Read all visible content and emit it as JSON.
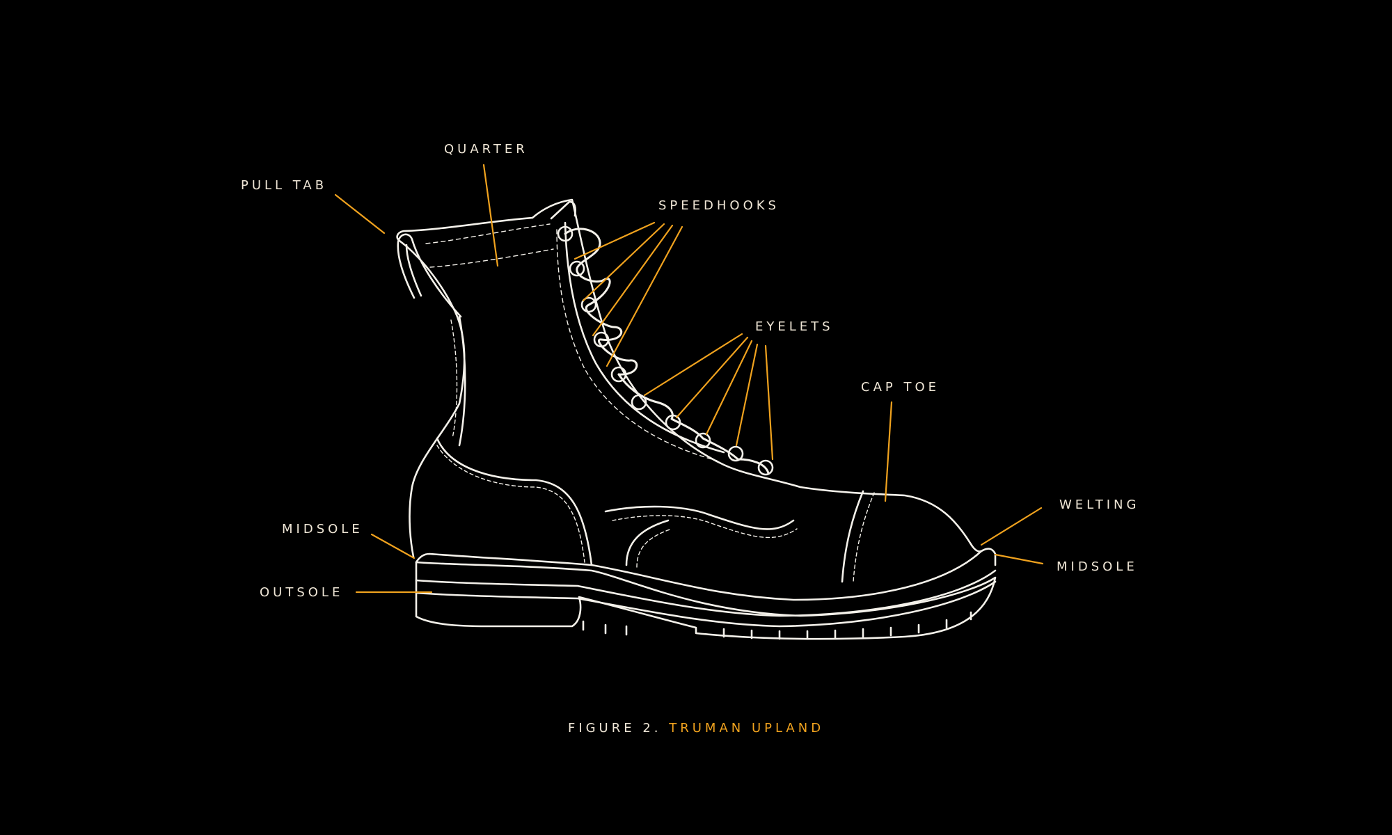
{
  "colors": {
    "background": "#000000",
    "outline": "#f4f1ea",
    "leader": "#f0a21e",
    "label": "#efe6d6",
    "caption_accent": "#f0a21e"
  },
  "labels": {
    "quarter": "QUARTER",
    "pull_tab": "PULL TAB",
    "speedhooks": "SPEEDHOOKS",
    "eyelets": "EYELETS",
    "cap_toe": "CAP TOE",
    "welting": "WELTING",
    "midsole_left": "MIDSOLE",
    "midsole_right": "MIDSOLE",
    "outsole": "OUTSOLE"
  },
  "caption": {
    "prefix": "FIGURE 2.",
    "name": "TRUMAN UPLAND"
  }
}
